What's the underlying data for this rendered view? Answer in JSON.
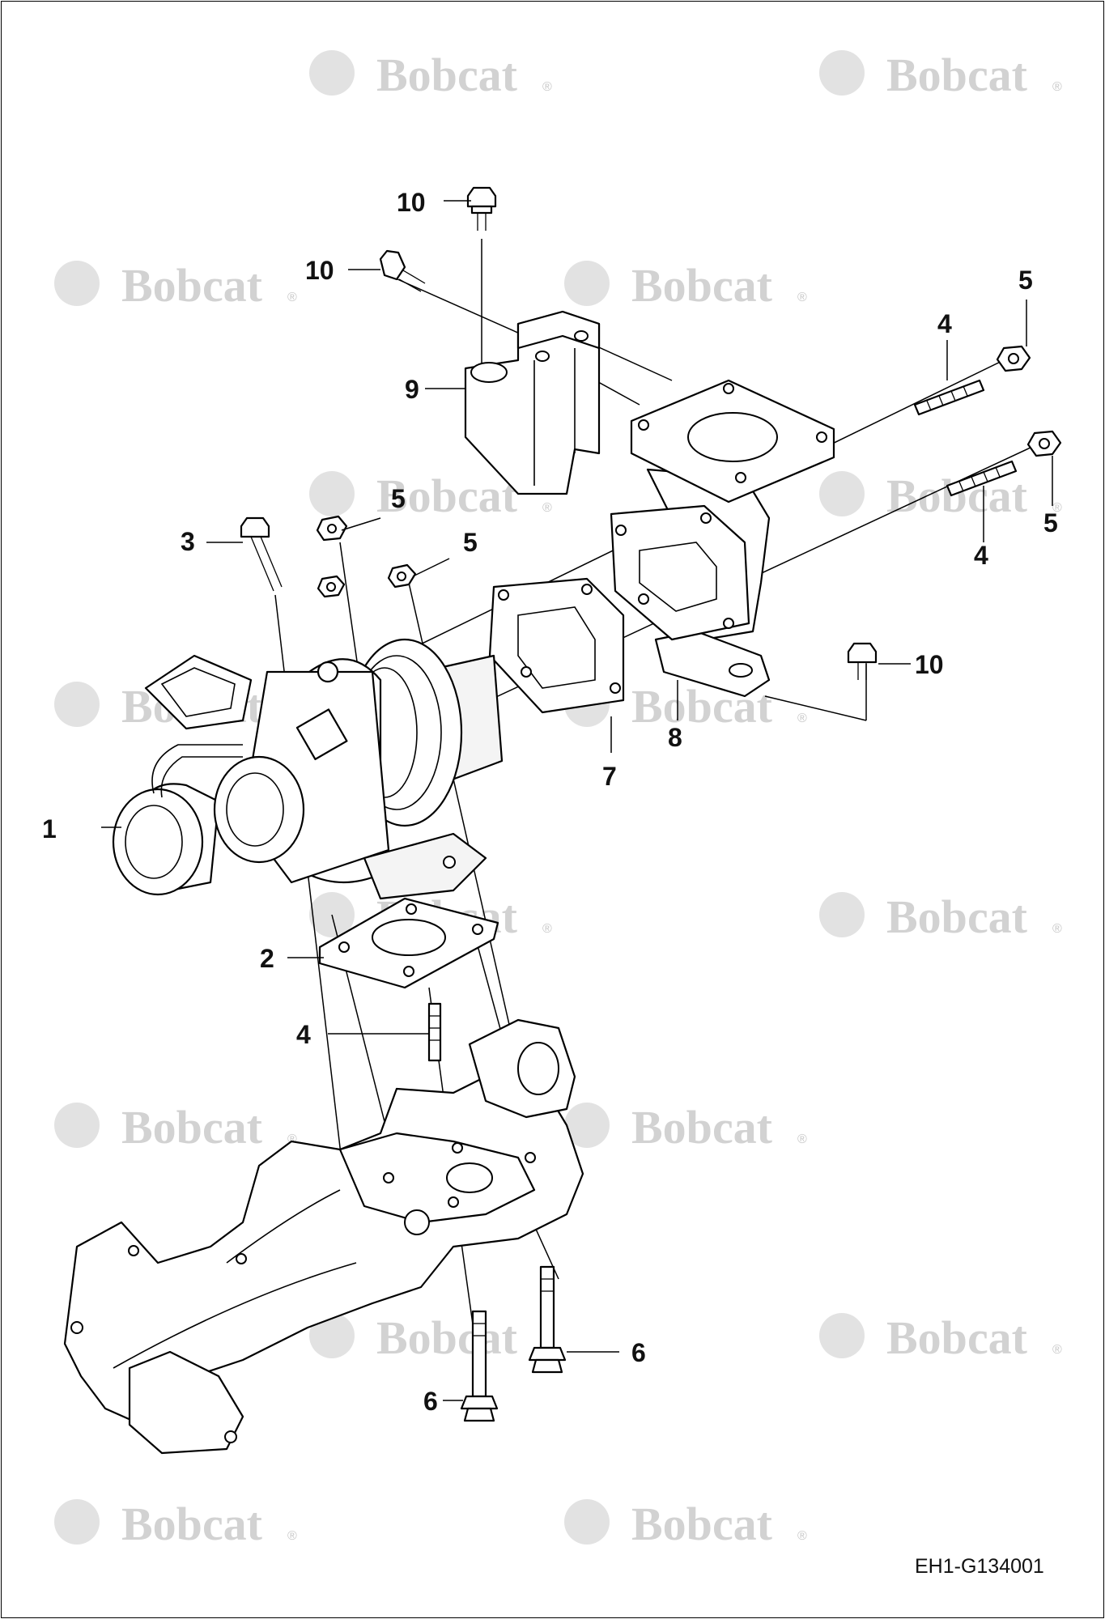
{
  "watermark": {
    "brand": "Bobcat",
    "reg": "®"
  },
  "callouts": {
    "c1": "1",
    "c2": "2",
    "c3": "3",
    "c4a": "4",
    "c4b": "4",
    "c4c": "4",
    "c5a": "5",
    "c5b": "5",
    "c5c": "5",
    "c5d": "5",
    "c6a": "6",
    "c6b": "6",
    "c7": "7",
    "c8": "8",
    "c9": "9",
    "c10a": "10",
    "c10b": "10",
    "c10c": "10"
  },
  "drawing_id": "EH1-G134001"
}
